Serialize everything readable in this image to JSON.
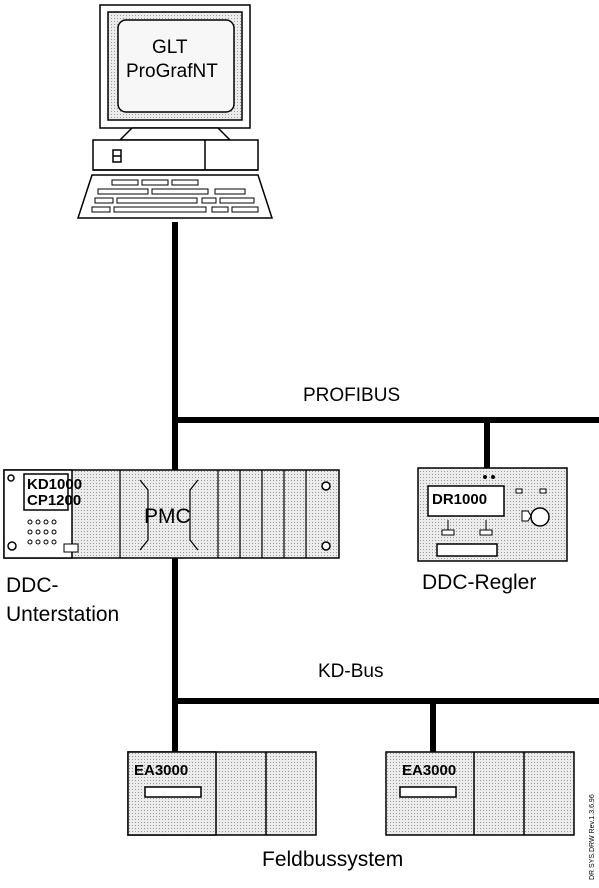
{
  "computer": {
    "line1": "GLT",
    "line2": "ProGrafNT"
  },
  "buses": {
    "profibus": "PROFIBUS",
    "kdbus": "KD-Bus"
  },
  "unterstation": {
    "display_line1": "KD1000",
    "display_line2": "CP1200",
    "module_label": "PMC",
    "caption_line1": "DDC-",
    "caption_line2": "Unterstation"
  },
  "regler": {
    "display": "DR1000",
    "caption": "DDC-Regler"
  },
  "io_modules": [
    {
      "label": "EA3000"
    },
    {
      "label": "EA3000"
    }
  ],
  "feldbus_caption": "Feldbussystem",
  "side_note": "DR SYS.DRW Rev.1.3.6.96",
  "colors": {
    "line": "#000000",
    "panel": "#d8d8d8",
    "screen": "#f4f4f4"
  }
}
